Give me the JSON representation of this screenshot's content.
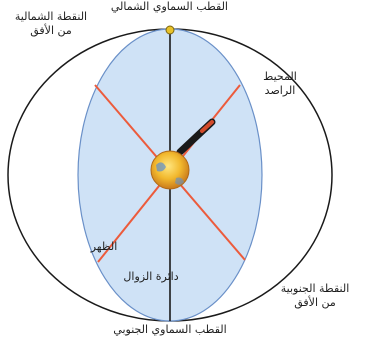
{
  "labels": {
    "north_pole": "القطب السماوي الشمالي",
    "north_horizon_1": "النقطة الشمالية",
    "north_horizon_2": "من الأفق",
    "south_pole": "القطب السماوي الجنوبي",
    "south_horizon_1": "النقطة الجنوبية",
    "south_horizon_2": "من الأفق",
    "observer_1": "المحيط",
    "observer_2": "الراصد",
    "meridian_left": "الظهر",
    "meridian_center": "دائرة الزوال"
  },
  "colors": {
    "sphere_fill": "#cfe2f6",
    "sphere_stroke": "#6a90c8",
    "outer_circle": "#1a1a1a",
    "axis": "#1a1a1a",
    "cross_lines": "#ec5b3c",
    "telescope": "#1a1a1a",
    "pole_dot": "#e8c22a",
    "earth": "#e8a62a"
  }
}
